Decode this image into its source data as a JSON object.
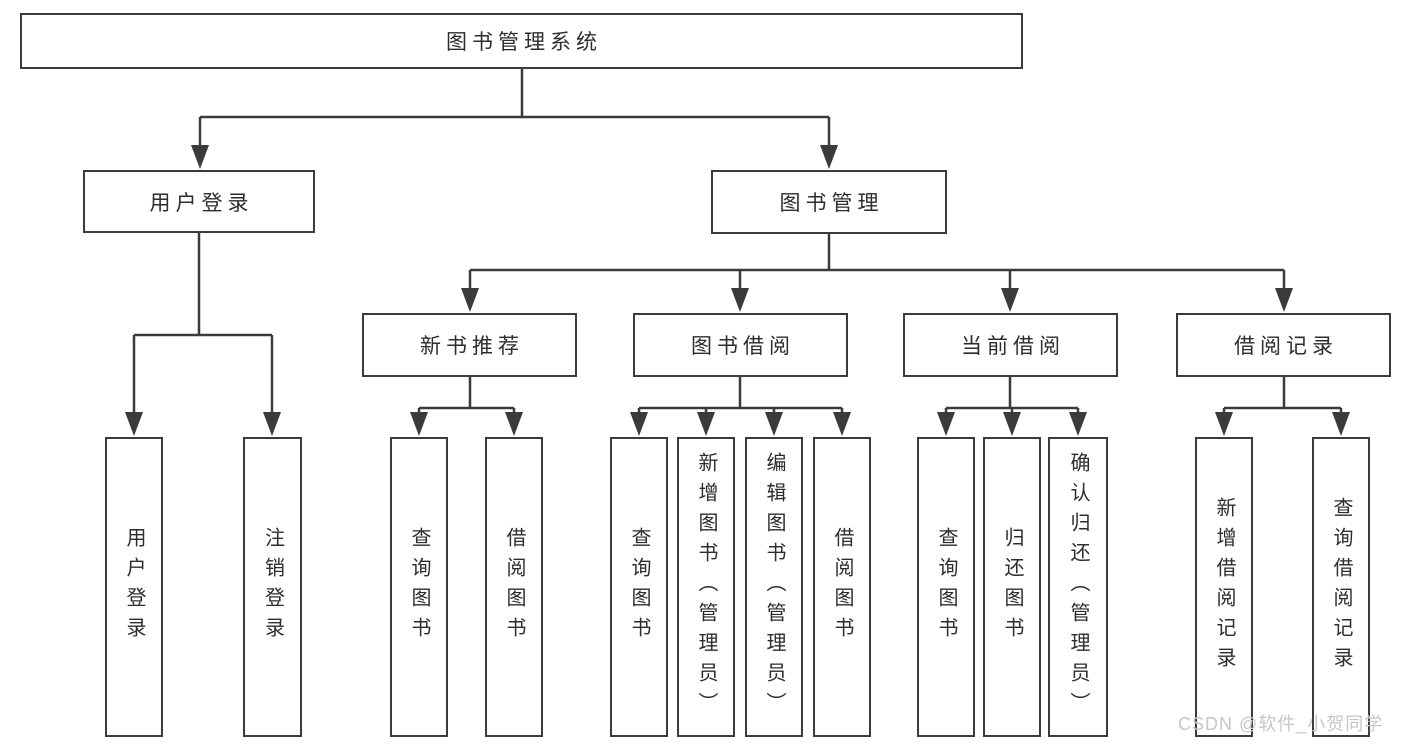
{
  "diagram": {
    "root": {
      "label": "图书管理系统"
    },
    "branches": [
      {
        "label": "用户登录",
        "children": [
          {
            "label": "用户登录"
          },
          {
            "label": "注销登录"
          }
        ]
      },
      {
        "label": "图书管理",
        "children": [
          {
            "label": "新书推荐",
            "children": [
              {
                "label": "查询图书"
              },
              {
                "label": "借阅图书"
              }
            ]
          },
          {
            "label": "图书借阅",
            "children": [
              {
                "label": "查询图书"
              },
              {
                "label": "新增图书（管理员）"
              },
              {
                "label": "编辑图书（管理员）"
              },
              {
                "label": "借阅图书"
              }
            ]
          },
          {
            "label": "当前借阅",
            "children": [
              {
                "label": "查询图书"
              },
              {
                "label": "归还图书"
              },
              {
                "label": "确认归还（管理员）"
              }
            ]
          },
          {
            "label": "借阅记录",
            "children": [
              {
                "label": "新增借阅记录"
              },
              {
                "label": "查询借阅记录"
              }
            ]
          }
        ]
      }
    ]
  },
  "watermark": {
    "text": "CSDN @软件_小贺同学"
  },
  "colors": {
    "line": "#3b3b3c",
    "text": "#2d2d30",
    "watermark": "#c6c6ce",
    "bg": "#ffffff"
  }
}
